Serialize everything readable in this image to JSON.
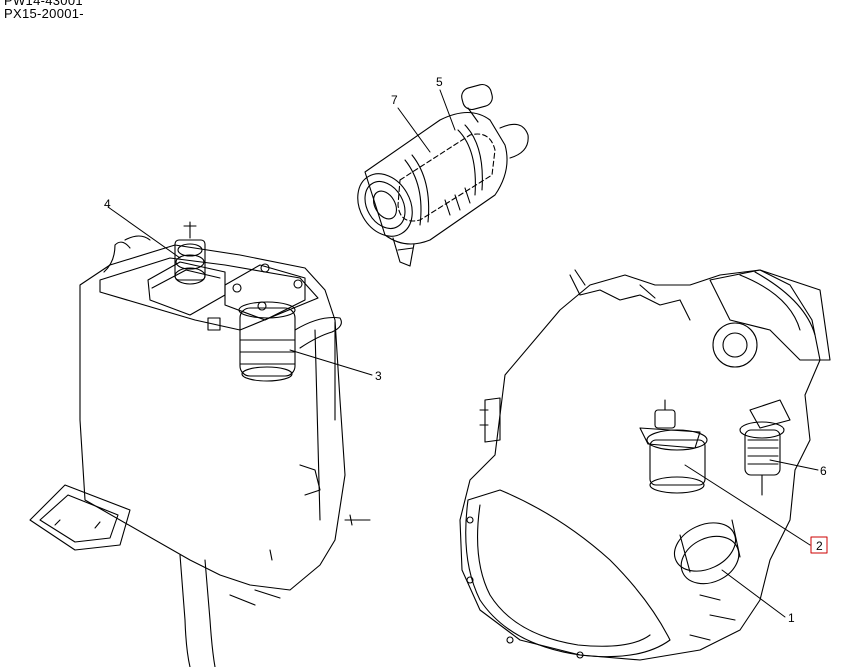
{
  "header": {
    "serial_lines": [
      "PW14-43001",
      "PX15-20001-"
    ]
  },
  "callouts": [
    {
      "id": "1",
      "label": "1",
      "highlighted": false
    },
    {
      "id": "2",
      "label": "2",
      "highlighted": true
    },
    {
      "id": "3",
      "label": "3",
      "highlighted": false
    },
    {
      "id": "4",
      "label": "4",
      "highlighted": false
    },
    {
      "id": "5",
      "label": "5",
      "highlighted": false
    },
    {
      "id": "6",
      "label": "6",
      "highlighted": false
    },
    {
      "id": "7",
      "label": "7",
      "highlighted": false
    }
  ],
  "colors": {
    "line": "#000000",
    "background": "#ffffff",
    "highlight_box": "#cc0000"
  }
}
